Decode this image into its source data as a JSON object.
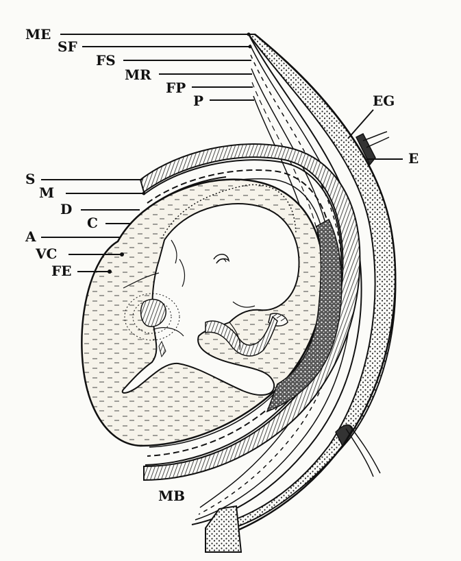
{
  "labels": {
    "ME": "ME",
    "SF": "SF",
    "FS": "FS",
    "MR": "MR",
    "FP": "FP",
    "P": "P",
    "EG": "EG",
    "E": "E",
    "S": "S",
    "M": "M",
    "D": "D",
    "C": "C",
    "A": "A",
    "VC": "VC",
    "FE": "FE",
    "MB": "MB"
  },
  "colors": {
    "ink": "#111111",
    "paper": "#fbfbf8",
    "tissue_fill": "#f6f3ea"
  }
}
